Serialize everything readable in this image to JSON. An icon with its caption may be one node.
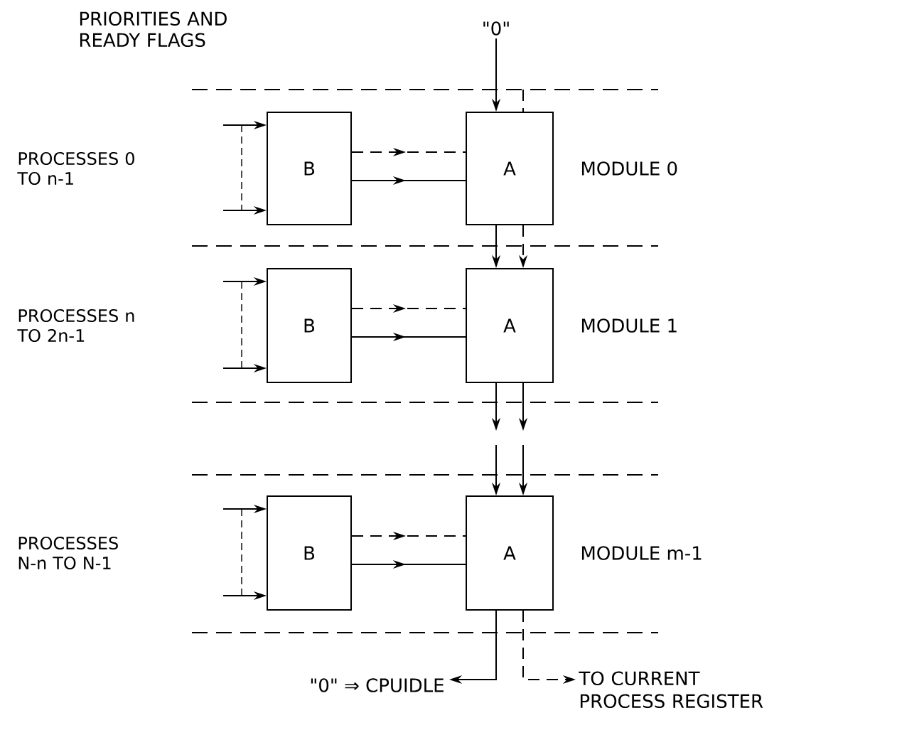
{
  "diagram": {
    "nodes": [
      {
        "text": [
          "\"0\""
        ]
      },
      {
        "text": [
          "B"
        ]
      },
      {
        "text": [
          "A"
        ],
        "beside": [
          "MODULE 0"
        ]
      },
      {
        "text": [
          "B"
        ]
      },
      {
        "text": [
          "A"
        ],
        "beside": [
          "MODULE 1"
        ]
      },
      {
        "text": [
          "B"
        ]
      },
      {
        "text": [
          "A"
        ],
        "beside": [
          "MODULE m-1"
        ]
      },
      {
        "text": [
          "\"0\" ⇒ CPUIDLE"
        ]
      },
      {
        "text": [
          "TO CURRENT PROCESS REGISTER"
        ]
      }
    ],
    "edges": [
      {
        "from": 0,
        "to": 2,
        "arrow": "to"
      },
      {
        "from": null,
        "to": 2,
        "arrow": "none",
        "style": "dashed"
      },
      {
        "from": 1,
        "to": 2,
        "arrow": "to",
        "style": "dashed"
      },
      {
        "from": 1,
        "to": 2,
        "arrow": "to"
      },
      {
        "from": null,
        "to": 1,
        "arrow": "to"
      },
      {
        "from": null,
        "to": 1,
        "arrow": "to"
      },
      {
        "from": 2,
        "to": 4,
        "arrow": "to"
      },
      {
        "from": 2,
        "to": 4,
        "arrow": "to",
        "style": "dashed"
      },
      {
        "from": 3,
        "to": 4,
        "arrow": "to",
        "style": "dashed"
      },
      {
        "from": 3,
        "to": 4,
        "arrow": "to"
      },
      {
        "from": null,
        "to": 3,
        "arrow": "to"
      },
      {
        "from": null,
        "to": 3,
        "arrow": "to"
      },
      {
        "from": 4,
        "to": null,
        "arrow": "to"
      },
      {
        "from": 4,
        "to": null,
        "arrow": "to"
      },
      {
        "from": null,
        "to": 6,
        "arrow": "to"
      },
      {
        "from": null,
        "to": 6,
        "arrow": "to"
      },
      {
        "from": 5,
        "to": 6,
        "arrow": "to",
        "style": "dashed"
      },
      {
        "from": 5,
        "to": 6,
        "arrow": "to"
      },
      {
        "from": null,
        "to": 5,
        "arrow": "to"
      },
      {
        "from": null,
        "to": 5,
        "arrow": "to"
      },
      {
        "from": 6,
        "to": 7,
        "arrow": "to"
      },
      {
        "from": 6,
        "to": 8,
        "arrow": "to",
        "style": "dashed"
      }
    ],
    "labels": [
      "PRIORITIES AND READY FLAGS",
      "PROCESSES 0 TO n-1",
      "PROCESSES n TO 2n-1",
      "PROCESSES N-n TO N-1"
    ]
  }
}
